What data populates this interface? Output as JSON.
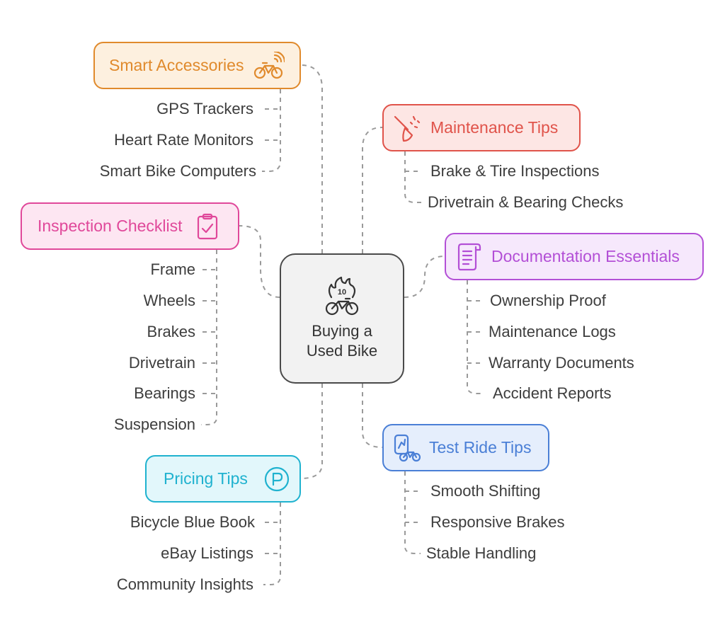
{
  "center": {
    "line1": "Buying a",
    "line2": "Used Bike",
    "icon_badge": "10",
    "icon": "flaming-bike-icon"
  },
  "branches": {
    "smart_accessories": {
      "title": "Smart Accessories",
      "icon": "smart-bike-icon",
      "color": "#e08a2c",
      "fill": "#fdf0df",
      "items": [
        "GPS Trackers",
        "Heart Rate Monitors",
        "Smart Bike Computers"
      ]
    },
    "maintenance_tips": {
      "title": "Maintenance Tips",
      "icon": "broom-icon",
      "color": "#e0534a",
      "fill": "#fde6e4",
      "items": [
        "Brake & Tire Inspections",
        "Drivetrain & Bearing Checks"
      ]
    },
    "inspection_checklist": {
      "title": "Inspection Checklist",
      "icon": "clipboard-check-icon",
      "color": "#e0489a",
      "fill": "#fde6f2",
      "items": [
        "Frame",
        "Wheels",
        "Brakes",
        "Drivetrain",
        "Bearings",
        "Suspension"
      ]
    },
    "documentation_essentials": {
      "title": "Documentation Essentials",
      "icon": "document-icon",
      "color": "#b34fd6",
      "fill": "#f6e8fc",
      "items": [
        "Ownership Proof",
        "Maintenance Logs",
        "Warranty Documents",
        "Accident Reports"
      ]
    },
    "pricing_tips": {
      "title": "Pricing Tips",
      "icon": "parking-p-icon",
      "color": "#1fb2cf",
      "fill": "#e2f7fb",
      "items": [
        "Bicycle Blue Book",
        "eBay Listings",
        "Community Insights"
      ]
    },
    "test_ride_tips": {
      "title": "Test Ride Tips",
      "icon": "route-bike-icon",
      "color": "#4a7fd6",
      "fill": "#e5eefc",
      "items": [
        "Smooth Shifting",
        "Responsive Brakes",
        "Stable Handling"
      ]
    }
  }
}
